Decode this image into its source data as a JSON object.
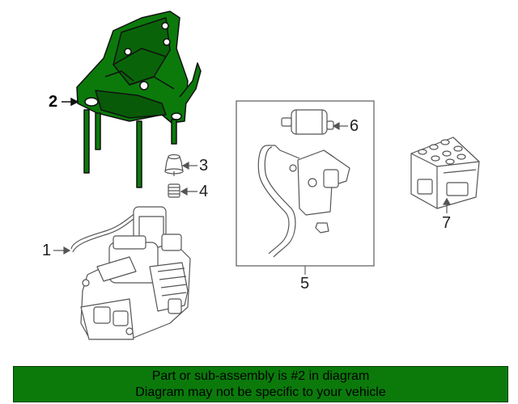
{
  "colors": {
    "highlight": "#0b7a0b",
    "line": "#555555",
    "banner_bg": "#0b7a0b"
  },
  "callouts": {
    "c1": "1",
    "c2": "2",
    "c3": "3",
    "c4": "4",
    "c5": "5",
    "c6": "6",
    "c7": "7"
  },
  "banner": {
    "line1": "Part or sub-assembly is #2 in diagram",
    "line2": "Diagram may not be specific to your vehicle"
  }
}
